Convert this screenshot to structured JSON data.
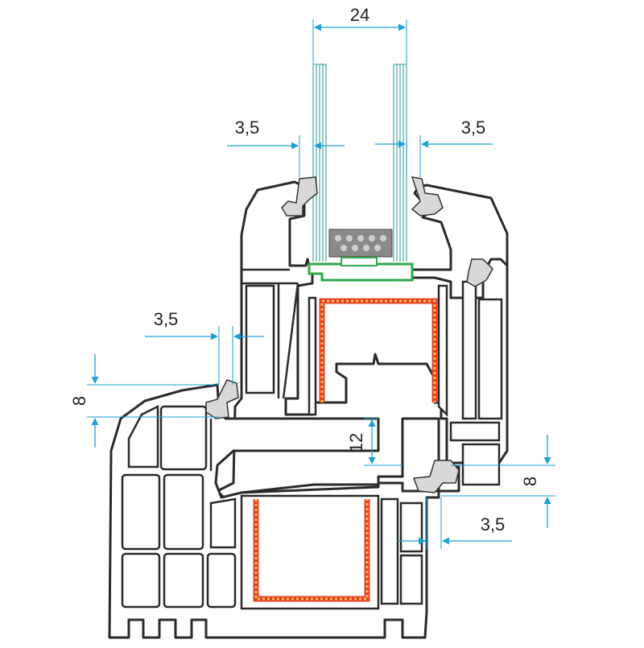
{
  "dimensions": {
    "glass_width": "24",
    "left_glass_gap": "3,5",
    "right_glass_gap": "3,5",
    "sash_overlap": "3,5",
    "sash_gasket_height": "8",
    "rebate_height": "12",
    "frame_gasket_height": "8",
    "frame_gap": "3,5"
  },
  "colors": {
    "dimension_line": "#1aa0d8",
    "profile_outline": "#2a2a2a",
    "steel_reinforcement": "#e8402a",
    "glazing_bead": "#2ea84a"
  }
}
